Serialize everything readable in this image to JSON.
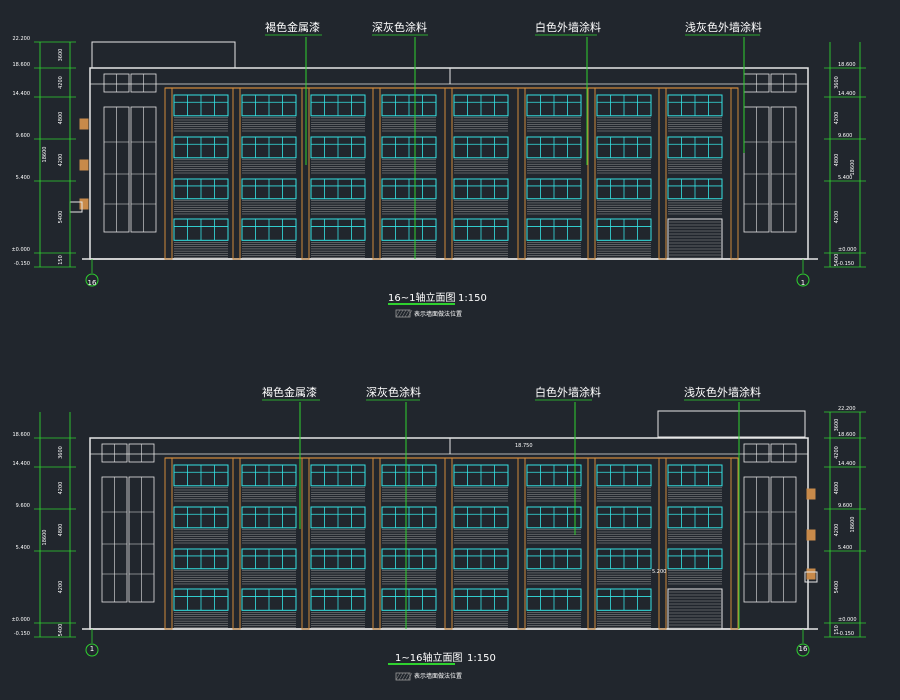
{
  "palette": {
    "background": "#21262d",
    "outline": "#e6e6e6",
    "pier": "#d08a3c",
    "window": "#35e3e3",
    "hatch": "#9a9a9a",
    "dimension": "#2fd12f",
    "leader": "#2fd12f",
    "text": "#ffffff",
    "accent_box": "#c88a4a"
  },
  "elevations": [
    {
      "callouts": [
        "褐色金属漆",
        "深灰色涂料",
        "白色外墙涂料",
        "浅灰色外墙涂料"
      ],
      "title": "16~1轴立面图",
      "scale": "1:150",
      "legend_text": "表示墙面做法位置",
      "left_grid": "16",
      "right_grid": "1",
      "left_levels": [
        "22.200",
        "18.600",
        "14.400",
        "9.600",
        "5.400",
        "±0.000",
        "-0.150"
      ],
      "right_levels": [
        "18.600",
        "14.400",
        "9.600",
        "5.400",
        "±0.000",
        "-0.150"
      ],
      "left_dims": [
        "3600",
        "4200",
        "4800",
        "4200",
        "5400",
        "150"
      ],
      "right_dims": [
        "3600",
        "4200",
        "4800",
        "4200",
        "5400",
        "150"
      ],
      "right_total": "18600",
      "left_total": "18600",
      "parapet_level": "",
      "door_label": ""
    },
    {
      "callouts": [
        "褐色金属漆",
        "深灰色涂料",
        "白色外墙涂料",
        "浅灰色外墙涂料"
      ],
      "title": "1~16轴立面图",
      "scale": "1:150",
      "legend_text": "表示墙面做法位置",
      "left_grid": "1",
      "right_grid": "16",
      "left_levels": [
        "18.600",
        "14.400",
        "9.600",
        "5.400",
        "±0.000",
        "-0.150"
      ],
      "right_levels": [
        "22.200",
        "18.600",
        "14.400",
        "9.600",
        "5.400",
        "±0.000",
        "-0.150"
      ],
      "left_dims": [
        "3600",
        "4200",
        "4800",
        "4200",
        "5400",
        "150"
      ],
      "right_dims": [
        "3600",
        "4200",
        "4800",
        "4200",
        "5400",
        "150"
      ],
      "right_total": "18600",
      "left_total": "18600",
      "parapet_level": "18.750",
      "door_label": "5.200"
    }
  ]
}
